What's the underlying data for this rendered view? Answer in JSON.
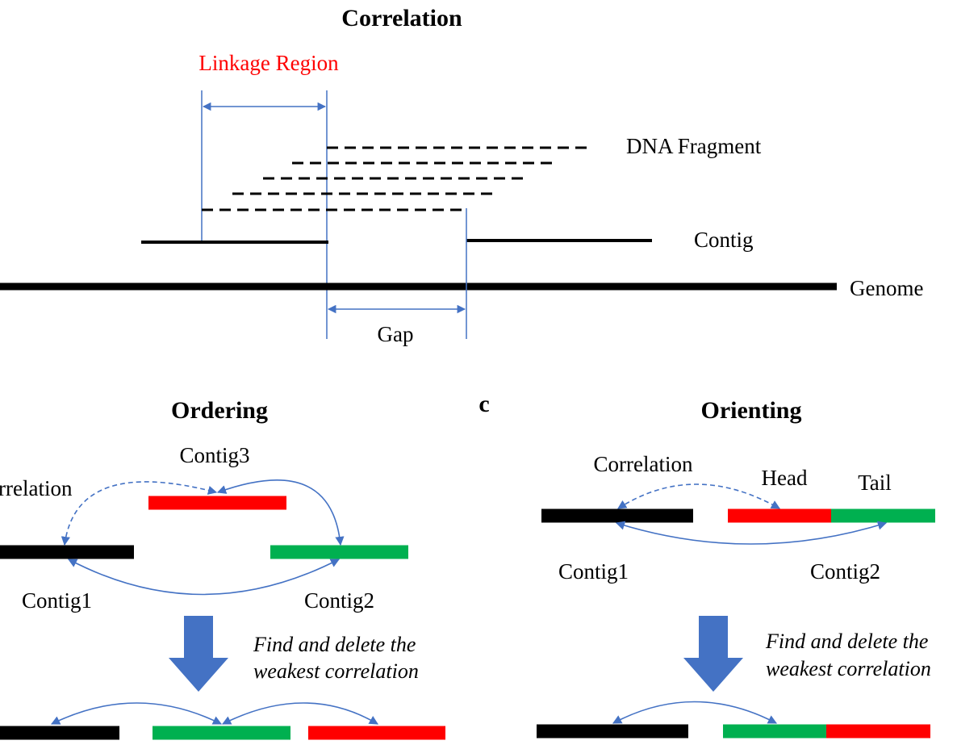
{
  "panel_a": {
    "title": "Correlation",
    "linkage_region": "Linkage Region",
    "dna_fragment": "DNA Fragment",
    "contig": "Contig",
    "genome": "Genome",
    "gap": "Gap"
  },
  "panel_b": {
    "title": "Ordering",
    "correlation_label": "rrelation",
    "contig1": "Contig1",
    "contig2": "Contig2",
    "contig3": "Contig3",
    "note_line1": "Find and delete the",
    "note_line2": "weakest correlation"
  },
  "panel_c": {
    "panel_letter": "c",
    "title": "Orienting",
    "correlation_label": "Correlation",
    "head": "Head",
    "tail": "Tail",
    "contig1": "Contig1",
    "contig2": "Contig2",
    "note_line1": "Find and delete the",
    "note_line2": "weakest correlation"
  },
  "colors": {
    "contig_black": "#000000",
    "contig_red": "#ff0000",
    "contig_green": "#00b050",
    "arrow_blue": "#4472c4",
    "linkage_red": "#ff0000"
  }
}
